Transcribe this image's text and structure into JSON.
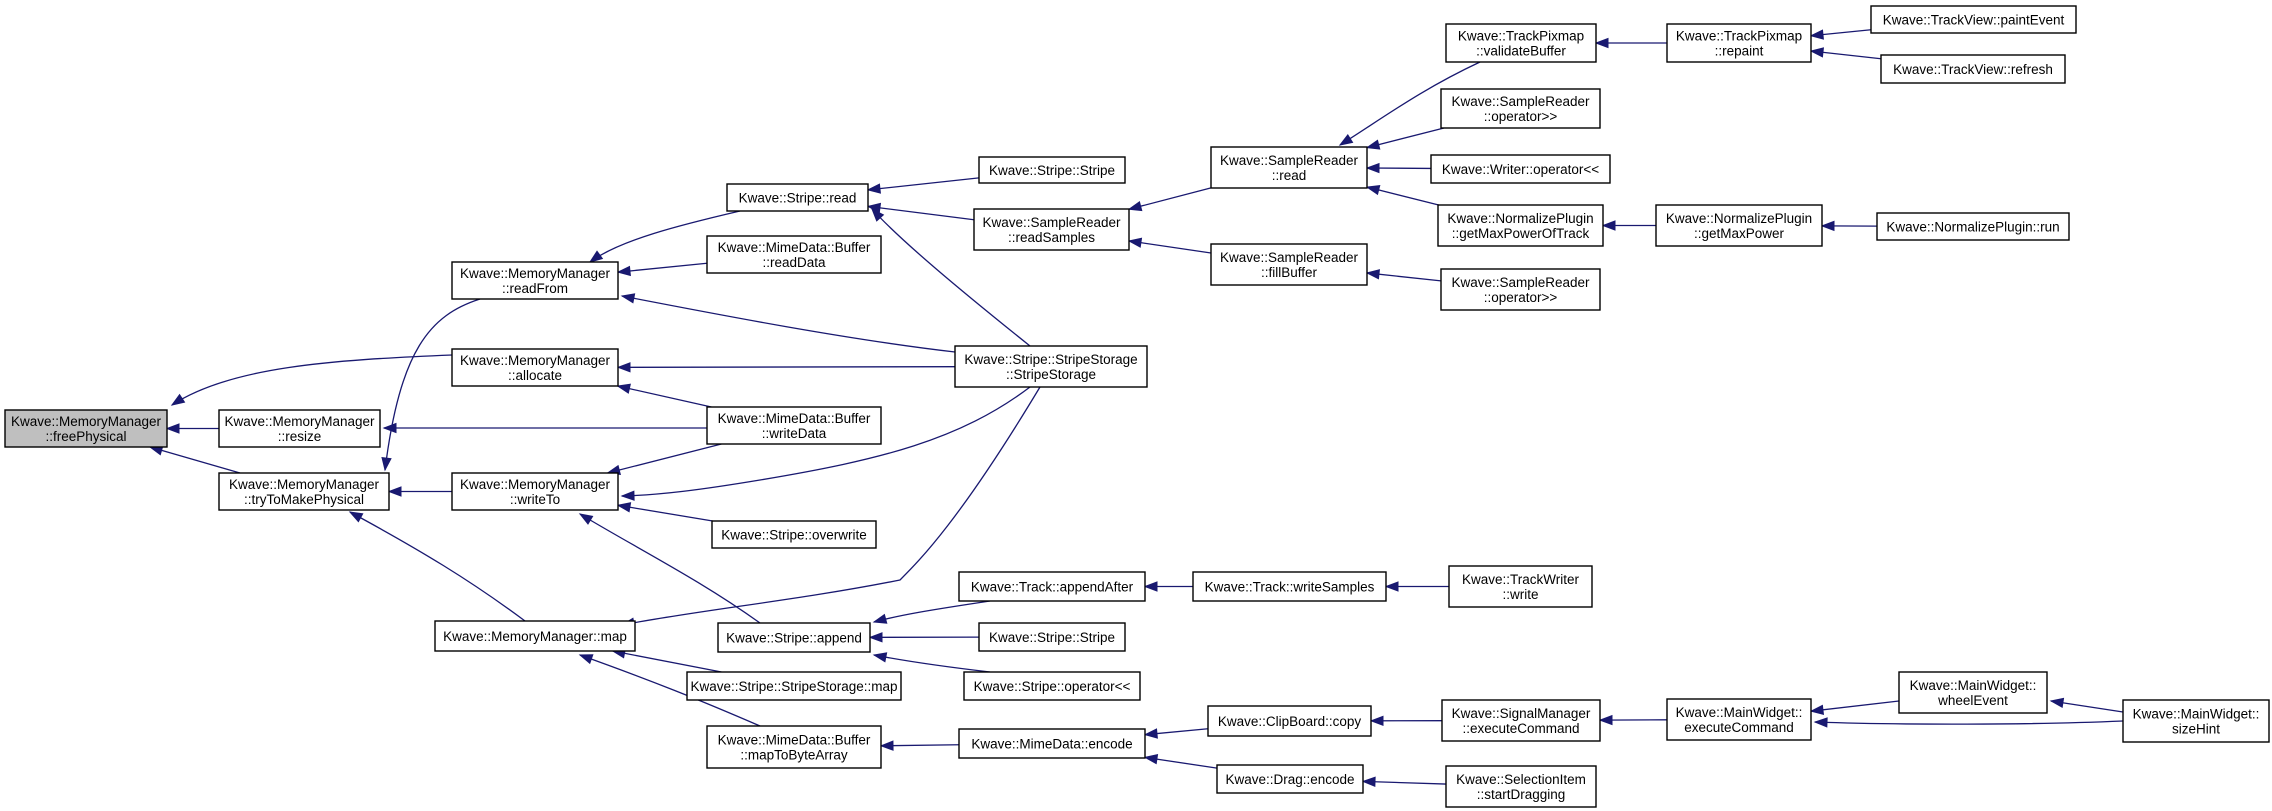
{
  "graph": {
    "nodes": [
      {
        "id": "root",
        "lines": [
          "Kwave::MemoryManager",
          "::freePhysical"
        ],
        "root": true
      },
      {
        "id": "mm_resize",
        "lines": [
          "Kwave::MemoryManager",
          "::resize"
        ]
      },
      {
        "id": "mm_tryToMakePhysical",
        "lines": [
          "Kwave::MemoryManager",
          "::tryToMakePhysical"
        ]
      },
      {
        "id": "mm_readFrom",
        "lines": [
          "Kwave::MemoryManager",
          "::readFrom"
        ]
      },
      {
        "id": "mm_allocate",
        "lines": [
          "Kwave::MemoryManager",
          "::allocate"
        ]
      },
      {
        "id": "mm_writeTo",
        "lines": [
          "Kwave::MemoryManager",
          "::writeTo"
        ]
      },
      {
        "id": "mm_map",
        "lines": [
          "Kwave::MemoryManager::map"
        ]
      },
      {
        "id": "stripe_read",
        "lines": [
          "Kwave::Stripe::read"
        ]
      },
      {
        "id": "mime_readData",
        "lines": [
          "Kwave::MimeData::Buffer",
          "::readData"
        ]
      },
      {
        "id": "mime_writeData",
        "lines": [
          "Kwave::MimeData::Buffer",
          "::writeData"
        ]
      },
      {
        "id": "stripe_overwrite",
        "lines": [
          "Kwave::Stripe::overwrite"
        ]
      },
      {
        "id": "stripe_append",
        "lines": [
          "Kwave::Stripe::append"
        ]
      },
      {
        "id": "ss_map",
        "lines": [
          "Kwave::Stripe::StripeStorage::map"
        ]
      },
      {
        "id": "mime_mapToByteArray",
        "lines": [
          "Kwave::MimeData::Buffer",
          "::mapToByteArray"
        ]
      },
      {
        "id": "stripe_ctor1",
        "lines": [
          "Kwave::Stripe::Stripe"
        ]
      },
      {
        "id": "sr_readSamples",
        "lines": [
          "Kwave::SampleReader",
          "::readSamples"
        ]
      },
      {
        "id": "ss_ctor",
        "lines": [
          "Kwave::Stripe::StripeStorage",
          "::StripeStorage"
        ]
      },
      {
        "id": "track_appendAfter",
        "lines": [
          "Kwave::Track::appendAfter"
        ]
      },
      {
        "id": "stripe_ctor2",
        "lines": [
          "Kwave::Stripe::Stripe"
        ]
      },
      {
        "id": "stripe_opshl",
        "lines": [
          "Kwave::Stripe::operator<<"
        ]
      },
      {
        "id": "mime_encode",
        "lines": [
          "Kwave::MimeData::encode"
        ]
      },
      {
        "id": "sr_read",
        "lines": [
          "Kwave::SampleReader",
          "::read"
        ]
      },
      {
        "id": "sr_fillBuffer",
        "lines": [
          "Kwave::SampleReader",
          "::fillBuffer"
        ]
      },
      {
        "id": "track_writeSamples",
        "lines": [
          "Kwave::Track::writeSamples"
        ]
      },
      {
        "id": "clip_copy",
        "lines": [
          "Kwave::ClipBoard::copy"
        ]
      },
      {
        "id": "drag_encode",
        "lines": [
          "Kwave::Drag::encode"
        ]
      },
      {
        "id": "tp_validateBuffer",
        "lines": [
          "Kwave::TrackPixmap",
          "::validateBuffer"
        ]
      },
      {
        "id": "sr_opshr1",
        "lines": [
          "Kwave::SampleReader",
          "::operator>>"
        ]
      },
      {
        "id": "writer_opshl",
        "lines": [
          "Kwave::Writer::operator<<"
        ]
      },
      {
        "id": "np_getMaxPowerOfTrack",
        "lines": [
          "Kwave::NormalizePlugin",
          "::getMaxPowerOfTrack"
        ]
      },
      {
        "id": "sr_opshr2",
        "lines": [
          "Kwave::SampleReader",
          "::operator>>"
        ]
      },
      {
        "id": "tw_write",
        "lines": [
          "Kwave::TrackWriter",
          "::write"
        ]
      },
      {
        "id": "sm_executeCommand",
        "lines": [
          "Kwave::SignalManager",
          "::executeCommand"
        ]
      },
      {
        "id": "si_startDragging",
        "lines": [
          "Kwave::SelectionItem",
          "::startDragging"
        ]
      },
      {
        "id": "tp_repaint",
        "lines": [
          "Kwave::TrackPixmap",
          "::repaint"
        ]
      },
      {
        "id": "np_getMaxPower",
        "lines": [
          "Kwave::NormalizePlugin",
          "::getMaxPower"
        ]
      },
      {
        "id": "mw_executeCommand",
        "lines": [
          "Kwave::MainWidget::",
          "executeCommand"
        ]
      },
      {
        "id": "tv_paintEvent",
        "lines": [
          "Kwave::TrackView::paintEvent"
        ]
      },
      {
        "id": "tv_refresh",
        "lines": [
          "Kwave::TrackView::refresh"
        ]
      },
      {
        "id": "np_run",
        "lines": [
          "Kwave::NormalizePlugin::run"
        ]
      },
      {
        "id": "mw_wheelEvent",
        "lines": [
          "Kwave::MainWidget::",
          "wheelEvent"
        ]
      },
      {
        "id": "mw_sizeHint",
        "lines": [
          "Kwave::MainWidget::",
          "sizeHint"
        ]
      }
    ],
    "edges": [
      [
        "mm_resize",
        "root"
      ],
      [
        "mm_tryToMakePhysical",
        "root"
      ],
      [
        "mm_allocate",
        "root"
      ],
      [
        "mm_readFrom",
        "mm_tryToMakePhysical"
      ],
      [
        "mm_writeTo",
        "mm_tryToMakePhysical"
      ],
      [
        "mm_map",
        "mm_tryToMakePhysical"
      ],
      [
        "stripe_read",
        "mm_readFrom"
      ],
      [
        "mime_readData",
        "mm_readFrom"
      ],
      [
        "ss_ctor",
        "mm_readFrom"
      ],
      [
        "ss_ctor",
        "mm_allocate"
      ],
      [
        "mime_writeData",
        "mm_allocate"
      ],
      [
        "mime_writeData",
        "mm_resize"
      ],
      [
        "mime_writeData",
        "mm_writeTo"
      ],
      [
        "ss_ctor",
        "mm_writeTo"
      ],
      [
        "stripe_overwrite",
        "mm_writeTo"
      ],
      [
        "stripe_append",
        "mm_writeTo"
      ],
      [
        "ss_ctor",
        "mm_map"
      ],
      [
        "ss_map",
        "mm_map"
      ],
      [
        "mime_mapToByteArray",
        "mm_map"
      ],
      [
        "stripe_ctor1",
        "stripe_read"
      ],
      [
        "sr_readSamples",
        "stripe_read"
      ],
      [
        "ss_ctor",
        "stripe_read"
      ],
      [
        "track_appendAfter",
        "stripe_append"
      ],
      [
        "stripe_ctor2",
        "stripe_append"
      ],
      [
        "stripe_opshl",
        "stripe_append"
      ],
      [
        "mime_encode",
        "mime_mapToByteArray"
      ],
      [
        "sr_read",
        "sr_readSamples"
      ],
      [
        "sr_fillBuffer",
        "sr_readSamples"
      ],
      [
        "track_writeSamples",
        "track_appendAfter"
      ],
      [
        "clip_copy",
        "mime_encode"
      ],
      [
        "drag_encode",
        "mime_encode"
      ],
      [
        "tp_validateBuffer",
        "sr_read"
      ],
      [
        "sr_opshr1",
        "sr_read"
      ],
      [
        "writer_opshl",
        "sr_read"
      ],
      [
        "np_getMaxPowerOfTrack",
        "sr_read"
      ],
      [
        "sr_opshr2",
        "sr_fillBuffer"
      ],
      [
        "tw_write",
        "track_writeSamples"
      ],
      [
        "sm_executeCommand",
        "clip_copy"
      ],
      [
        "si_startDragging",
        "drag_encode"
      ],
      [
        "tp_repaint",
        "tp_validateBuffer"
      ],
      [
        "np_getMaxPower",
        "np_getMaxPowerOfTrack"
      ],
      [
        "mw_executeCommand",
        "sm_executeCommand"
      ],
      [
        "tv_paintEvent",
        "tp_repaint"
      ],
      [
        "tv_refresh",
        "tp_repaint"
      ],
      [
        "np_run",
        "np_getMaxPower"
      ],
      [
        "mw_wheelEvent",
        "mw_executeCommand"
      ],
      [
        "mw_sizeHint",
        "mw_executeCommand"
      ],
      [
        "mw_sizeHint",
        "mw_wheelEvent"
      ]
    ]
  },
  "colors": {
    "edge": "#191970",
    "root_fill": "#bfbfbf",
    "node_fill": "#ffffff",
    "node_border": "#000000"
  }
}
